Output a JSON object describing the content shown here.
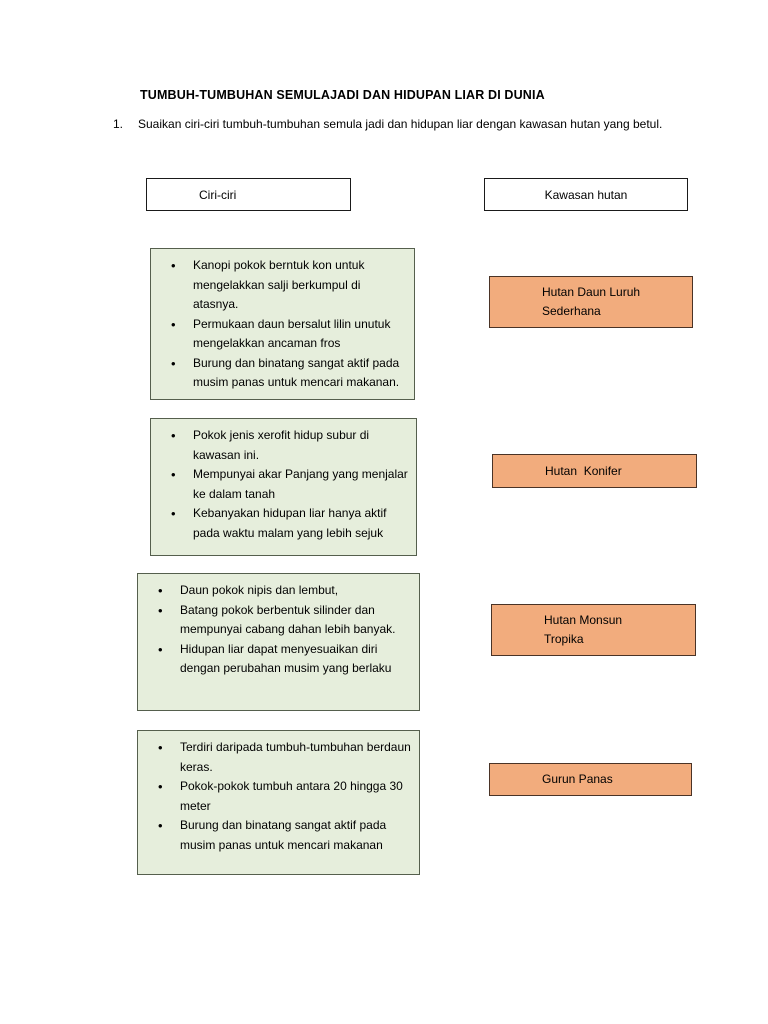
{
  "worksheet": {
    "title": "TUMBUH-TUMBUHAN SEMULAJADI DAN HIDUPAN LIAR DI DUNIA",
    "question_number": "1.",
    "instruction": "Suaikan ciri-ciri tumbuh-tumbuhan semula jadi dan hidupan liar dengan kawasan hutan yang betul."
  },
  "columns": {
    "left_header": "Ciri-ciri",
    "right_header": "Kawasan hutan"
  },
  "colors": {
    "criteria_fill": "#E6EEDC",
    "criteria_border": "#555f4d",
    "forest_fill": "#F2AC7D",
    "forest_border": "#4a3326",
    "header_border": "#1a1a1a",
    "page_background": "#ffffff",
    "text": "#000000"
  },
  "criteria_boxes": [
    {
      "id": "criteria-1",
      "bullets": [
        "Kanopi pokok berntuk kon untuk mengelakkan salji berkumpul di atasnya.",
        "Permukaan daun bersalut lilin unutuk mengelakkan ancaman fros",
        "Burung dan binatang sangat aktif pada musim panas untuk mencari makanan."
      ]
    },
    {
      "id": "criteria-2",
      "bullets": [
        "Pokok jenis xerofit hidup subur di kawasan ini.",
        "Mempunyai akar Panjang yang menjalar ke dalam tanah",
        "Kebanyakan hidupan liar hanya aktif pada waktu malam yang lebih sejuk"
      ]
    },
    {
      "id": "criteria-3",
      "bullets": [
        "Daun pokok nipis dan lembut,",
        "Batang pokok berbentuk silinder dan mempunyai cabang dahan lebih banyak.",
        "Hidupan liar dapat menyesuaikan diri dengan perubahan musim yang berlaku"
      ]
    },
    {
      "id": "criteria-4",
      "bullets": [
        "Terdiri daripada tumbuh-tumbuhan berdaun keras.",
        "Pokok-pokok tumbuh antara 20 hingga 30 meter",
        "Burung dan binatang sangat aktif pada musim panas untuk mencari makanan"
      ]
    }
  ],
  "forest_boxes": [
    {
      "id": "forest-1",
      "line1": "Hutan Daun Luruh",
      "line2": "Sederhana"
    },
    {
      "id": "forest-2",
      "line1": "Hutan  Konifer",
      "line2": ""
    },
    {
      "id": "forest-3",
      "line1": "Hutan Monsun",
      "line2": "Tropika"
    },
    {
      "id": "forest-4",
      "line1": "Gurun Panas",
      "line2": ""
    }
  ]
}
